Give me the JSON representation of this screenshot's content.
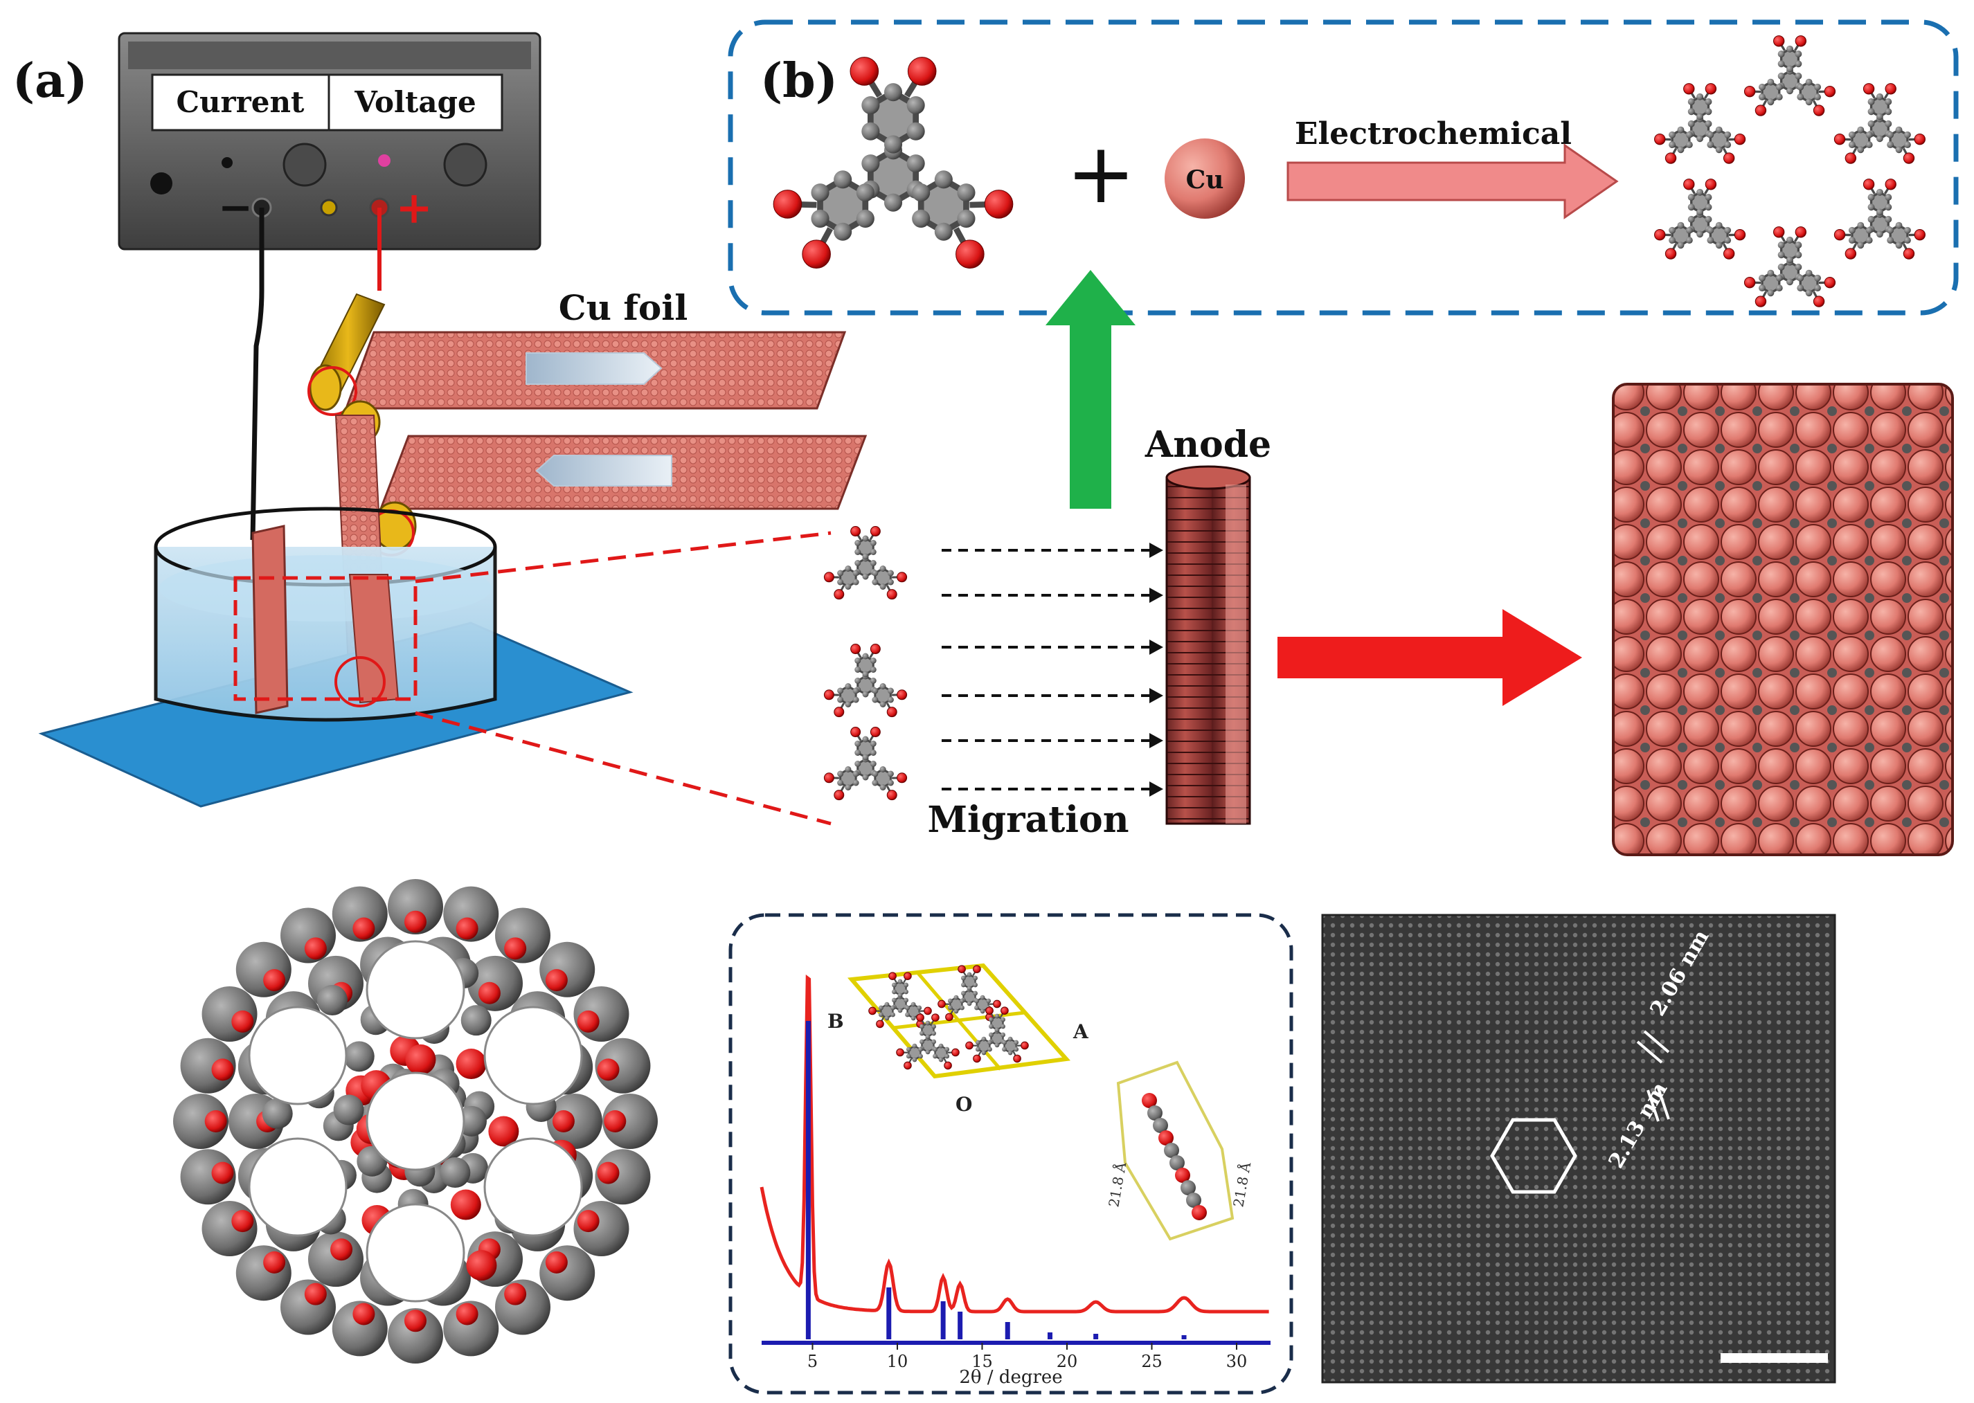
{
  "panel_a": {
    "label": "(a)",
    "power_supply": {
      "current_label": "Current",
      "voltage_label": "Voltage",
      "minus_sign": "−",
      "plus_sign": "+"
    },
    "cu_foil_label": "Cu foil",
    "anode_label": "Anode",
    "migration_label": "Migration"
  },
  "panel_b": {
    "label": "(b)",
    "plus_sign": "+",
    "cu_label": "Cu",
    "reaction_label": "Electrochemical"
  },
  "pxrd": {
    "x_axis_label": "2θ / degree",
    "x_ticks": [
      "5",
      "10",
      "15",
      "20",
      "25",
      "30"
    ],
    "cell_labels": {
      "a": "A",
      "b": "B",
      "o": "O"
    },
    "dims": [
      "21.8 Å",
      "21.8 Å"
    ]
  },
  "tem": {
    "spacing_1": "2.06 nm",
    "spacing_2": "2.13 nm"
  },
  "colors": {
    "copper": "#e07a70",
    "copper_dark": "#a8403a",
    "oxygen": "#e01818",
    "carbon": "#6e6e6e",
    "dash_blue": "#1a6fb0",
    "green_arrow": "#1fb14a",
    "red_arrow": "#ee1c1c",
    "xrd_red": "#e8231f",
    "xrd_blue": "#1c1cb0"
  }
}
